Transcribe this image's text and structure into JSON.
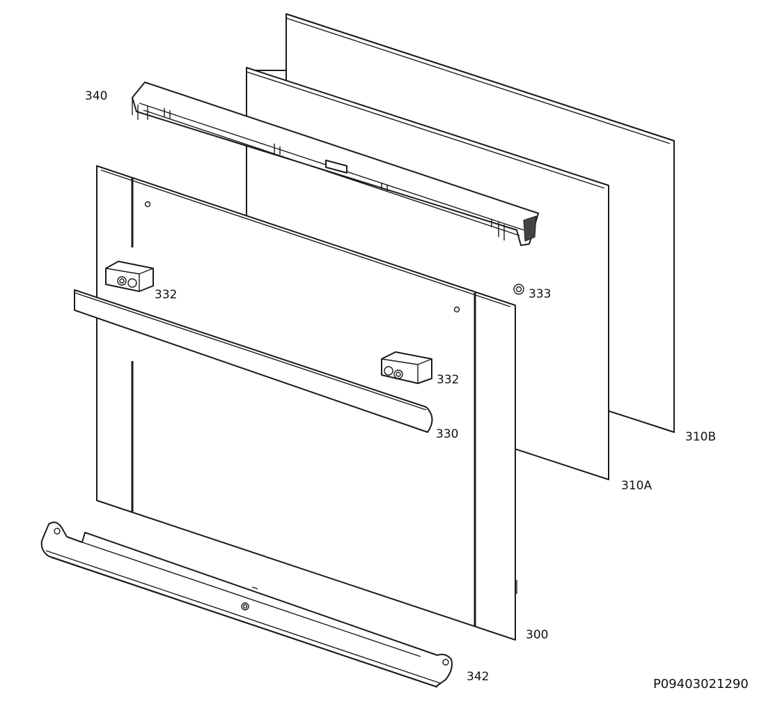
{
  "diagram": {
    "labels": {
      "glass_outer": "310B",
      "glass_inner": "310A",
      "top_profile": "340",
      "clip_left": "332",
      "clip_right": "332",
      "screw": "333",
      "handle": "330",
      "door_panel": "300",
      "bottom_profile": "342"
    },
    "drawing_code": "P09403021290"
  }
}
